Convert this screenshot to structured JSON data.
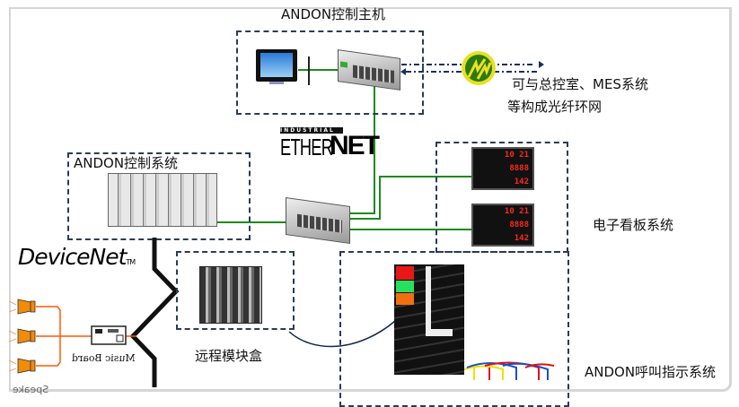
{
  "host": {
    "title": "ANDON控制主机"
  },
  "ring_note": {
    "line1": "可与总控室、MES系统",
    "line2": "等构成光纤环网"
  },
  "ethernet_logo": {
    "top": "INDUSTRIAL",
    "left": "ETHER",
    "right": "NET"
  },
  "control_system": {
    "title": "ANDON控制系统"
  },
  "devicenet_logo": {
    "text": "DeviceNet",
    "tm": "TM"
  },
  "display_system": {
    "title": "电子看板系统",
    "readouts": [
      "10 21",
      "8888",
      "142"
    ]
  },
  "remote_module": {
    "title": "远程模块盒"
  },
  "andon_call": {
    "title": "ANDON呼叫指示系统"
  },
  "music_board": {
    "label": "Music Board"
  },
  "speakers": {
    "label": "Speake"
  },
  "colors": {
    "ethernet_cable": "#1e8a1e",
    "devicenet_cable": "#111111",
    "audio_cable": "#ff5a00",
    "speaker": "#f28a0a",
    "led": "#ff2a1a",
    "border": "#2a3c55"
  }
}
